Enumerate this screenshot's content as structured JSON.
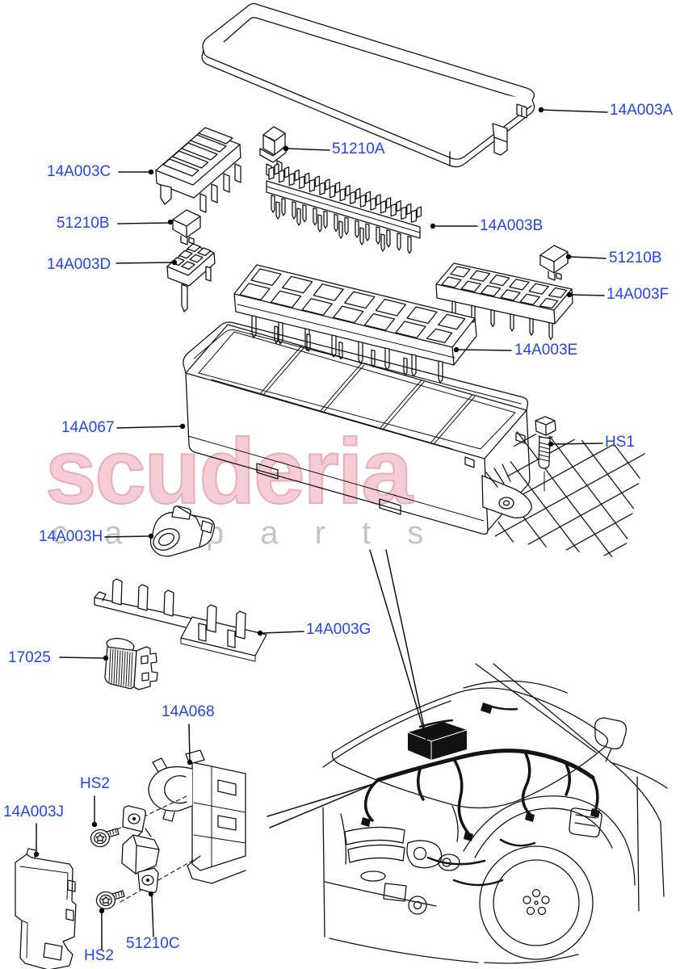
{
  "watermark": {
    "brand": "scuderia",
    "tagline": "c a r p a r t s",
    "brand_color": "#f6cdd4",
    "brand_outline": "#e9aeb9",
    "tagline_color": "#c4c4c4",
    "flag_color": "#e4e4e4"
  },
  "colors": {
    "label": "#2546e3",
    "line": "#000000",
    "background": "#ffffff"
  },
  "labels": [
    {
      "part": "fuse-box-cover",
      "text": "14A003A"
    },
    {
      "part": "fuse-holder-c",
      "text": "14A003C"
    },
    {
      "part": "mini-fuse",
      "text": "51210A"
    },
    {
      "part": "terminal-comb",
      "text": "14A003B"
    },
    {
      "part": "relay-left",
      "text": "51210B"
    },
    {
      "part": "fuse-holder-d",
      "text": "14A003D"
    },
    {
      "part": "relay-right",
      "text": "51210B"
    },
    {
      "part": "fuse-holder-f",
      "text": "14A003F"
    },
    {
      "part": "fuse-tray-e",
      "text": "14A003E"
    },
    {
      "part": "fuse-box-housing",
      "text": "14A067"
    },
    {
      "part": "bolt",
      "text": "HS1"
    },
    {
      "part": "connector",
      "text": "14A003H"
    },
    {
      "part": "bracket-g",
      "text": "14A003G"
    },
    {
      "part": "resistor",
      "text": "17025"
    },
    {
      "part": "fuse-box-bracket",
      "text": "14A068"
    },
    {
      "part": "screw-top",
      "text": "HS2"
    },
    {
      "part": "side-cover",
      "text": "14A003J"
    },
    {
      "part": "screw-bottom",
      "text": "HS2"
    },
    {
      "part": "fusible-link",
      "text": "51210C"
    }
  ]
}
